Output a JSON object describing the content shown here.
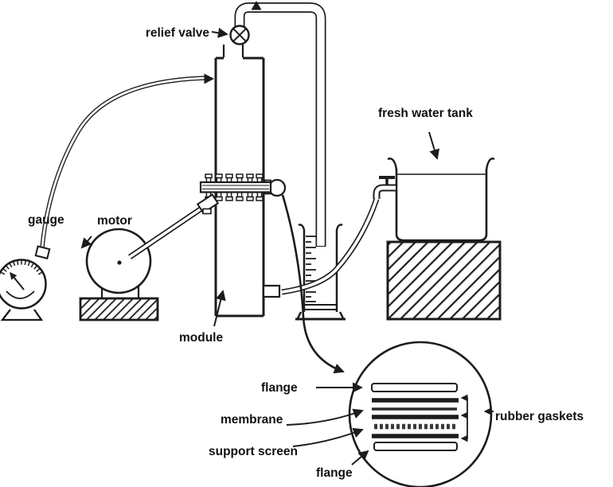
{
  "colors": {
    "ink": "#1c1c1c",
    "background": "#ffffff"
  },
  "system": {
    "relief_valve": "relief valve",
    "fresh_water_tank": "fresh water tank",
    "gauge": "gauge",
    "motor": "motor",
    "module": "module"
  },
  "detail": {
    "flange_top": "flange",
    "membrane": "membrane",
    "support_screen": "support screen",
    "flange_bottom": "flange",
    "rubber_gaskets": "rubber gaskets"
  }
}
